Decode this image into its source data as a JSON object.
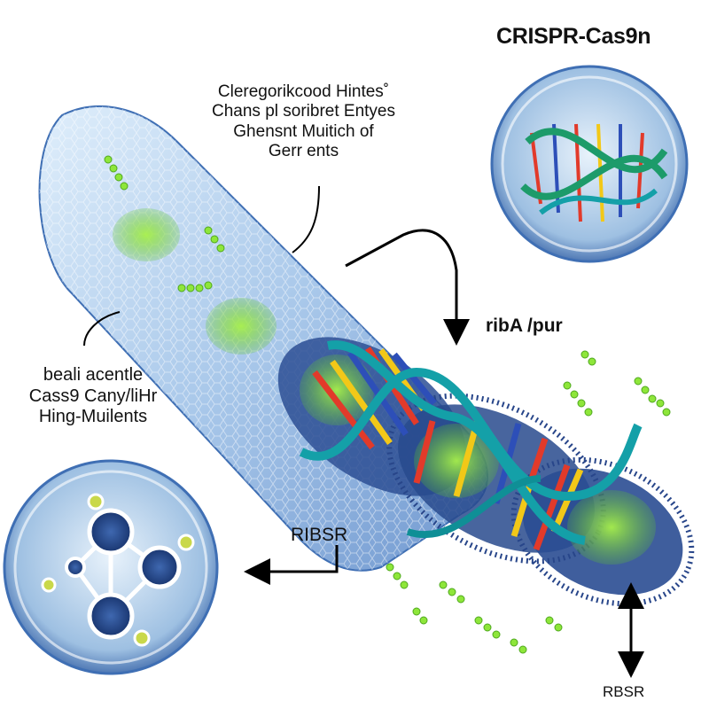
{
  "title": "CRISPR-Cas9n",
  "labels": {
    "top_description": [
      "Cleregorikcood Hintes˚",
      "Chans pl soribret Entyes",
      "Ghensnt Muitich of",
      "Gerr ents"
    ],
    "left_description": [
      "beali acentle",
      "Cass9 Cany/liHr",
      "Hing-Muilents"
    ],
    "riba_pur": "ribA /pur",
    "ribsr_middle": "RIBSR",
    "ribsr_bottom": "RBSR"
  },
  "colors": {
    "bacterium_fill": "#bcd6f0",
    "bacterium_outline": "#3f6fb4",
    "green_particles": "#8ee63a",
    "helix_backbone": "#14a0a8",
    "base_red": "#e23a2a",
    "base_yellow": "#f2c818",
    "base_blue": "#2d4fb8",
    "molecule_node": "#1b3f87",
    "arrow": "#000000"
  }
}
